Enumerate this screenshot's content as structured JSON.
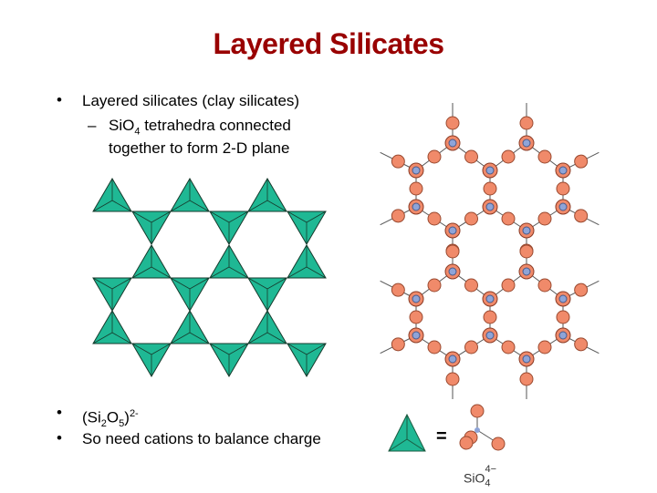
{
  "slide": {
    "title": "Layered Silicates",
    "bullets": [
      {
        "marker": "•",
        "text": "Layered silicates (clay silicates)"
      },
      {
        "marker": "–",
        "text_parts": [
          "SiO",
          "4",
          " tetrahedra connected"
        ],
        "line2": "together to form 2-D plane"
      },
      {
        "marker": "•",
        "text_parts": [
          "(Si",
          "2",
          "O",
          "5",
          ")",
          "2-"
        ]
      },
      {
        "marker": "•",
        "text": "So need cations to balance charge"
      }
    ],
    "legend": {
      "equals": "=",
      "formula": "SiO",
      "formula_sub": "4",
      "formula_sup": "4−"
    },
    "colors": {
      "title": "#990000",
      "tetrahedron": "#1fb894",
      "oxygen": "#f08a6a",
      "silicon": "#8ea4d8"
    }
  }
}
